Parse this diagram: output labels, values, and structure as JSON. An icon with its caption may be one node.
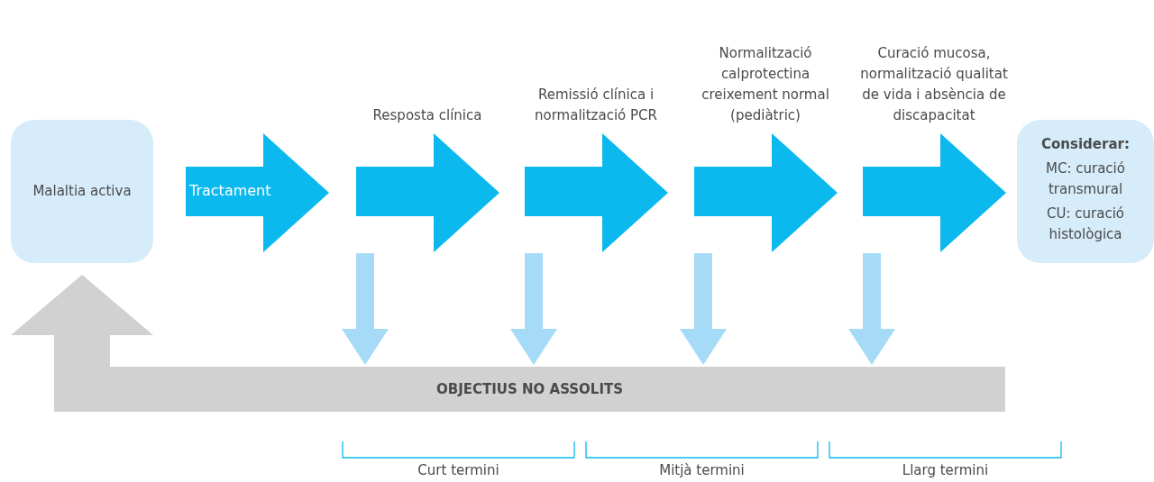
{
  "diagram": {
    "nodes": [
      {
        "text": [
          "Malaltia activa"
        ]
      },
      {
        "text": [
          "Tractament"
        ]
      },
      {
        "text": [
          "Resposta clínica"
        ]
      },
      {
        "text": [
          "Remissió clínica i normalització PCR"
        ]
      },
      {
        "text": [
          "Normalització calprotectina creixement normal (pediàtric)"
        ]
      },
      {
        "text": [
          "Curació mucosa, normalització qualitat de vida i absència de discapacitat"
        ]
      },
      {
        "text": [
          "Considerar:",
          "MC: curació transmural",
          "CU: curació histològica"
        ]
      },
      {
        "text": [
          "OBJECTIUS NO ASSOLITS"
        ]
      }
    ],
    "edges": [
      {
        "from": 2,
        "to": 7,
        "arrow": "to"
      },
      {
        "from": 3,
        "to": 7,
        "arrow": "to"
      },
      {
        "from": 4,
        "to": 7,
        "arrow": "to"
      },
      {
        "from": 5,
        "to": 7,
        "arrow": "to"
      },
      {
        "from": 7,
        "to": 0,
        "arrow": "to",
        "style": "thick",
        "color": "#d1d1d1"
      }
    ],
    "labels": [
      "Curt termini",
      "Mitjà termini",
      "Llarg termini"
    ]
  }
}
